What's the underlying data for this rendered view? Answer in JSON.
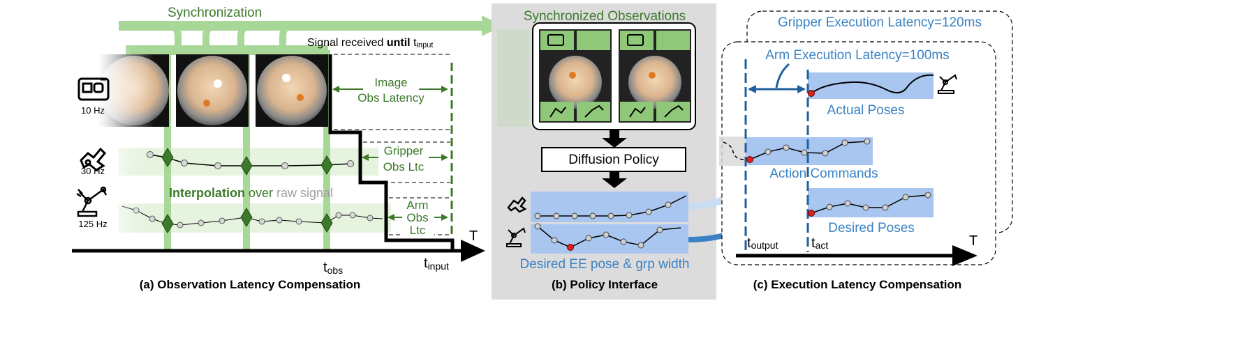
{
  "colors": {
    "green_dark": "#3c7a2a",
    "green_light": "#a8d898",
    "green_fill": "#e6f3df",
    "blue": "#3b82c4",
    "blue_band": "#a9c6f0",
    "panel_gray": "#dcdcdc",
    "point_gray": "#bfbfbf",
    "red": "#e02020"
  },
  "icons": [
    "gopro-camera-icon",
    "gripper-icon",
    "robot-arm-icon"
  ],
  "panel_a": {
    "caption": "(a) Observation Latency Compensation",
    "sync_label": "Synchronization",
    "signal_prefix": "Signal received ",
    "signal_bold": "until",
    "signal_t": "t",
    "signal_sub": "input",
    "camera_rate": "10 Hz",
    "gripper_rate": "30 Hz",
    "arm_rate": "125 Hz",
    "image_latency": [
      "Image",
      "Obs Latency"
    ],
    "gripper_latency": [
      "Gripper",
      "Obs Ltc"
    ],
    "arm_latency": [
      "Arm",
      "Obs",
      "Ltc"
    ],
    "interp_bold": "Interpolation",
    "interp_mid": " over ",
    "interp_gray": "raw signal",
    "axis_T": "T",
    "t_obs": "t",
    "t_obs_sub": "obs",
    "t_input": "t",
    "t_input_sub": "input"
  },
  "panel_b": {
    "caption": "(b) Policy Interface",
    "title": "Synchronized Observations",
    "policy": "Diffusion Policy",
    "output_label": "Desired EE pose & grp width"
  },
  "panel_c": {
    "caption": "(c) Execution Latency Compensation",
    "gripper_latency": "Gripper Execution Latency=120ms",
    "arm_latency": "Arm Execution Latency=100ms",
    "actual": "Actual Poses",
    "commands": "Action Commands",
    "desired": "Desired Poses",
    "axis_T": "T",
    "t_output": "t",
    "t_output_sub": "output",
    "t_act": "t",
    "t_act_sub": "act"
  }
}
